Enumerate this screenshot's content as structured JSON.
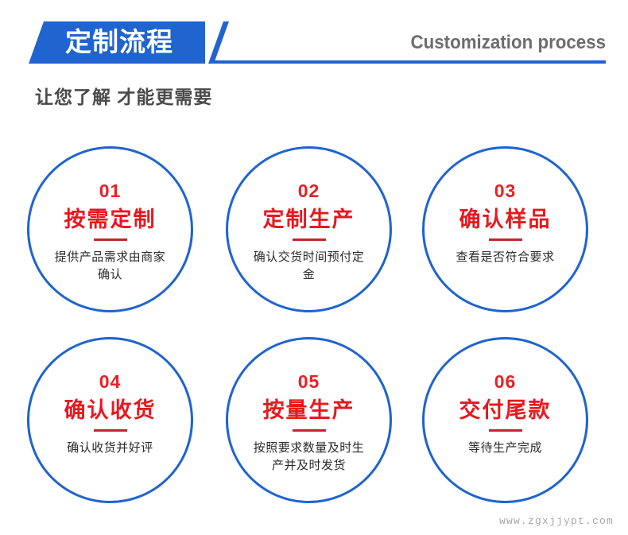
{
  "header": {
    "banner_title": "定制流程",
    "english_title": "Customization process",
    "subtitle": "让您了解 才能更需要",
    "accent_blue": "#1f64cf",
    "accent_red": "#e8181f",
    "text_gray": "#6d6d6d"
  },
  "steps": [
    {
      "number": "01",
      "title": "按需定制",
      "desc": "提供产品需求由商家确认"
    },
    {
      "number": "02",
      "title": "定制生产",
      "desc": "确认交货时间预付定金"
    },
    {
      "number": "03",
      "title": "确认样品",
      "desc": "查看是否符合要求"
    },
    {
      "number": "04",
      "title": "确认收货",
      "desc": "确认收货并好评"
    },
    {
      "number": "05",
      "title": "按量生产",
      "desc": "按照要求数量及时生产并及时发货"
    },
    {
      "number": "06",
      "title": "交付尾款",
      "desc": "等待生产完成"
    }
  ],
  "watermark": "www.zgxjjypt.com"
}
